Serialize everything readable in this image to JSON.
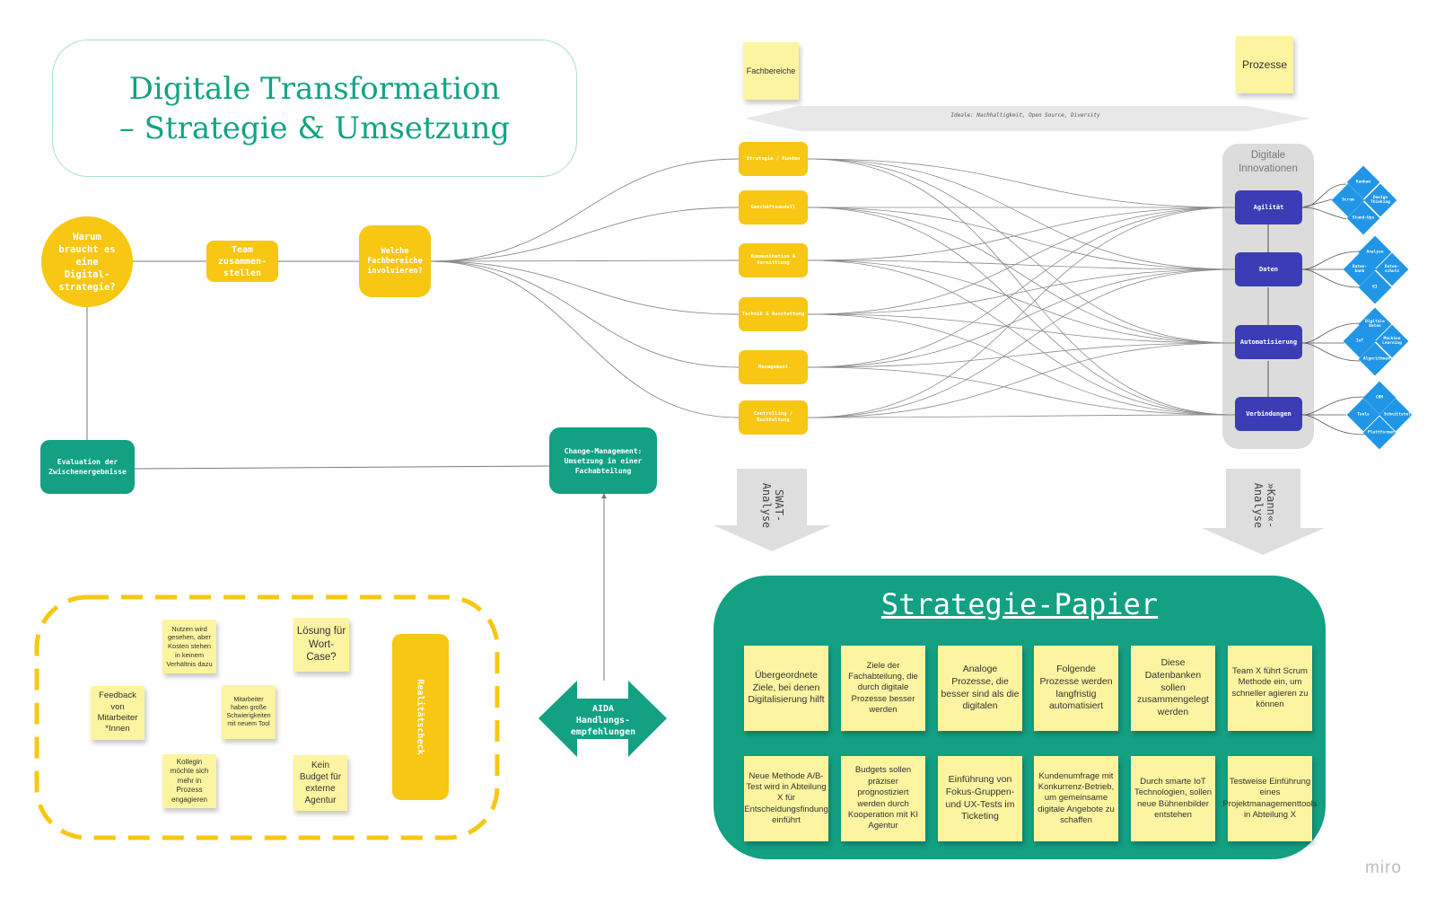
{
  "title": {
    "line1": "Digitale Transformation",
    "line2": "– Strategie & Umsetzung"
  },
  "labels": {
    "fachbereiche": "Fachbereiche",
    "prozesse": "Prozesse",
    "ideale": "Ideale: Nachhaltigkeit, Open Source, Diversity",
    "digital_innovationen": "Digitale Innovationen",
    "miro": "miro"
  },
  "flow": {
    "warum": "Warum braucht es eine Digital-strategie?",
    "team": "Team zusammen-stellen",
    "welche": "Welche Fachbereiche involvieren?",
    "evaluation": "Evaluation der Zwischenergebnisse",
    "change": "Change-Management: Umsetzung in einer Fachabteilung",
    "aida": "AIDA Handlungs-empfehlungen",
    "realitaet": "Realitätscheck"
  },
  "fachbereiche": [
    "Strategie / Kunden",
    "Geschäftsmodell",
    "Kommunikation & Vermittlung",
    "Technik & Ausstattung",
    "Management",
    "Controlling / Buchhaltung"
  ],
  "prozesse": [
    "Agilität",
    "Daten",
    "Automatisierung",
    "Verbindungen"
  ],
  "diamonds": {
    "agilitaet": [
      "Kanban",
      "Scrum",
      "Design Thinking",
      "Stand-Ups"
    ],
    "daten": [
      "Analyse",
      "Daten-bank",
      "Daten-schutz",
      "KI"
    ],
    "automatisierung": [
      "Digitale Daten",
      "IoT",
      "Machine Learning",
      "Algorithmen"
    ],
    "verbindungen": [
      "CRM",
      "Tools",
      "Schnittstellen",
      "Plattformen"
    ]
  },
  "arrows": {
    "swat": "SWAT-\nAnalyse",
    "kann": "»Kann«-\nAnalyse"
  },
  "strategie": {
    "title": "Strategie-Papier",
    "notes": [
      "Übergeordnete Ziele, bei denen Digitalisierung hilft",
      "Ziele der Fachabteilung, die durch digitale Prozesse besser werden",
      "Analoge Prozesse, die besser sind als die digitalen",
      "Folgende Prozesse werden langfristig automatisiert",
      "Diese Datenbanken sollen zusammengelegt werden",
      "Team X führt Scrum Methode ein, um schneller agieren zu können",
      "Neue Methode A/B-Test wird in Abteilung X für Entscheidungsfindung einführt",
      "Budgets sollen präziser prognostiziert werden durch Kooperation mit KI Agentur",
      "Einführung von Fokus-Gruppen- und UX-Tests im Ticketing",
      "Kundenumfrage mit Konkurrenz-Betrieb, um gemeinsame digitale Angebote zu schaffen",
      "Durch smarte IoT Technologien, sollen neue Bühnenbilder entstehen",
      "Testweise Einführung eines Projektmanagementtools in Abteilung X"
    ]
  },
  "reality_notes": [
    "Nutzen wird gesehen, aber Kosten stehen in keinem Verhältnis dazu",
    "Lösung für Wort-Case?",
    "Feedback von Mitarbeiter *Innen",
    "Mitarbeiter haben große Schwierigkeiten mit neuem Tool",
    "Kollegin möchte sich mehr in Prozess engagieren",
    "Kein Budget für externe Agentur"
  ],
  "colors": {
    "teal": "#13a083",
    "yellow": "#f7c714",
    "sticky": "#fcf4a0",
    "blue": "#3a3db5",
    "diamond": "#2196e6"
  }
}
